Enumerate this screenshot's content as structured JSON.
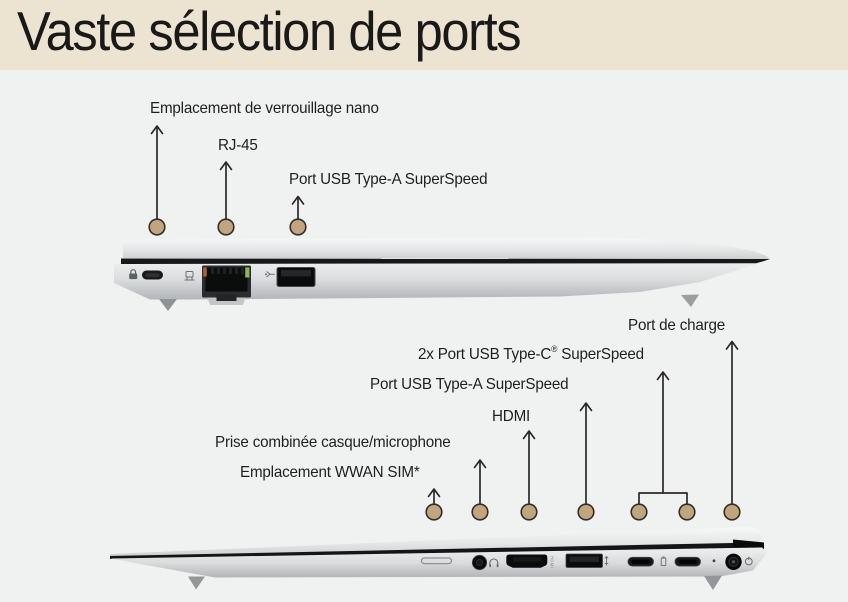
{
  "header": {
    "title": "Vaste sélection de ports",
    "background": "#ece3d1"
  },
  "canvas": {
    "background": "#f0f1f1"
  },
  "style": {
    "callout_dot_fill": "#c2a47e",
    "callout_dot_stroke": "#332f28",
    "arrow_color": "#2b2a28",
    "text_color": "#1f1f1f",
    "laptop_silver_light": "#f6f7f7",
    "laptop_silver_dark": "#b4b8ba",
    "rj45_led_orange": "#b5602a",
    "rj45_led_green": "#8bb65a"
  },
  "left_side_view": {
    "callouts": [
      {
        "label": "Emplacement de verrouillage nano",
        "port_icon": "nano-lock-slot"
      },
      {
        "label": "RJ-45",
        "port_icon": "rj45-port"
      },
      {
        "label": "Port USB Type-A SuperSpeed",
        "port_icon": "usb-a-port"
      }
    ]
  },
  "right_side_view": {
    "hdmi_marking": "HDMI",
    "callouts": [
      {
        "label": "Port de charge",
        "port_icon": "charge-port"
      },
      {
        "label_prefix": "2x Port USB Type-C",
        "label_sup": "®",
        "label_suffix": " SuperSpeed",
        "port_icon": "usb-c-ports"
      },
      {
        "label": "Port USB Type-A SuperSpeed",
        "port_icon": "usb-a-port"
      },
      {
        "label": "HDMI",
        "port_icon": "hdmi-port"
      },
      {
        "label": "Prise combinée casque/microphone",
        "port_icon": "headset-jack"
      },
      {
        "label": "Emplacement WWAN SIM*",
        "port_icon": "wwan-sim-slot"
      }
    ]
  }
}
